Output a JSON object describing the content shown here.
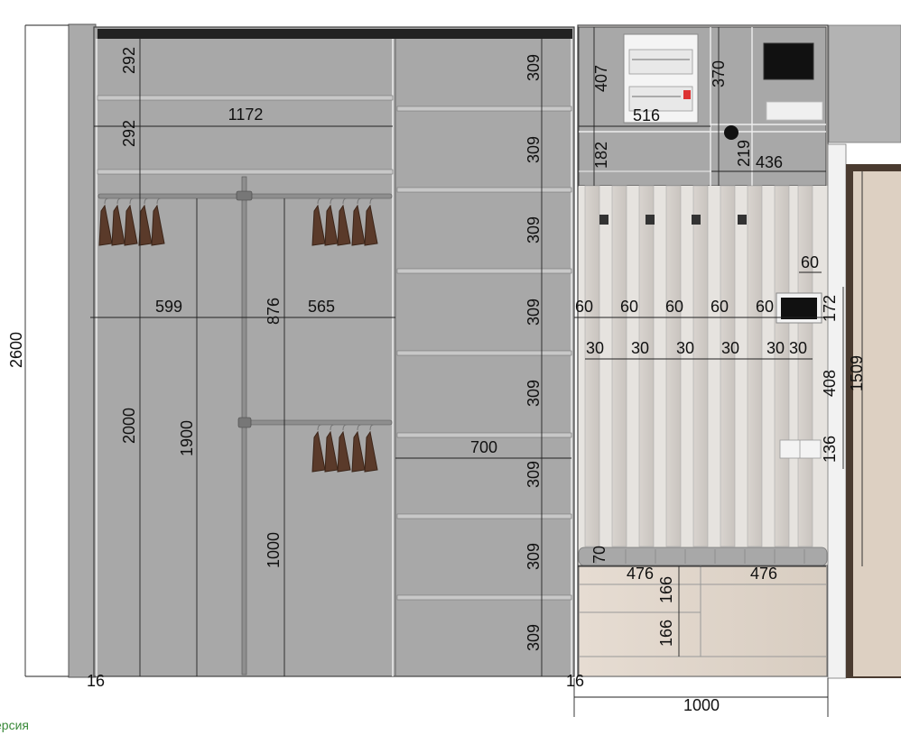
{
  "dimensions": {
    "total_height": "2600",
    "top_shelf_a": "292",
    "top_shelf_b": "292",
    "wardrobe_width": "1172",
    "left_section_width": "599",
    "right_section_width": "565",
    "upper_rail_height": "876",
    "full_height": "2000",
    "rail_height": "1900",
    "lower_rail_height": "1000",
    "shelf_step": "309",
    "shelf_section_width": "700",
    "panel_thickness_left": "16",
    "panel_thickness_right": "16",
    "cabinet_a_height": "407",
    "cabinet_a_width": "516",
    "cabinet_b_height": "370",
    "cabinet_c_height": "182",
    "cabinet_d_height": "219",
    "cabinet_d_width": "436",
    "hook_module_width": "60",
    "slat_gap": "30",
    "switch_height": "172",
    "switch_gap": "408",
    "socket_height": "136",
    "panel_height": "1509",
    "bench_height": "70",
    "drawer_width": "476",
    "drawer_height": "166",
    "hall_width": "1000"
  },
  "footer_text": "ерсия"
}
